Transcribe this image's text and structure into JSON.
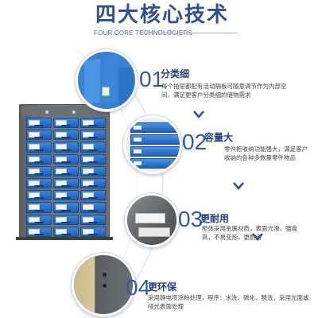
{
  "header": {
    "title": "四大核心技术",
    "subtitle": "FOUR CORE TECHNOLOGIERS"
  },
  "features": [
    {
      "number": "01",
      "title": "分类细",
      "description": "每个抽屉都配有活动隔板可随意调节作为内部空间，满足更客户分类细的储物需求",
      "icon": "drawer-divider-closeup"
    },
    {
      "number": "02",
      "title": "容量大",
      "description": "零件柜收纳功能强大，满足客户收纳的各种多数量零件物品",
      "icon": "stacked-drawers-closeup"
    },
    {
      "number": "03",
      "title": "更耐用",
      "description": "柜体采用金属材质，表面光滑，强度高，不易变形，更耐用",
      "icon": "metal-surface-closeup"
    },
    {
      "number": "04",
      "title": "更环保",
      "description": "采用静电喷涂粉处理，程序：水洗，磷化，酸洗，采用光面或哑光表面处理",
      "icon": "side-panel-closeup"
    }
  ],
  "colors": {
    "title": "#2f4f8f",
    "accent_blue": "#2f5aa8",
    "drawer_blue": "#1f5fb3",
    "cabinet_gray": "#6a6d70"
  },
  "cabinet": {
    "columns": 3,
    "rows": 10
  }
}
